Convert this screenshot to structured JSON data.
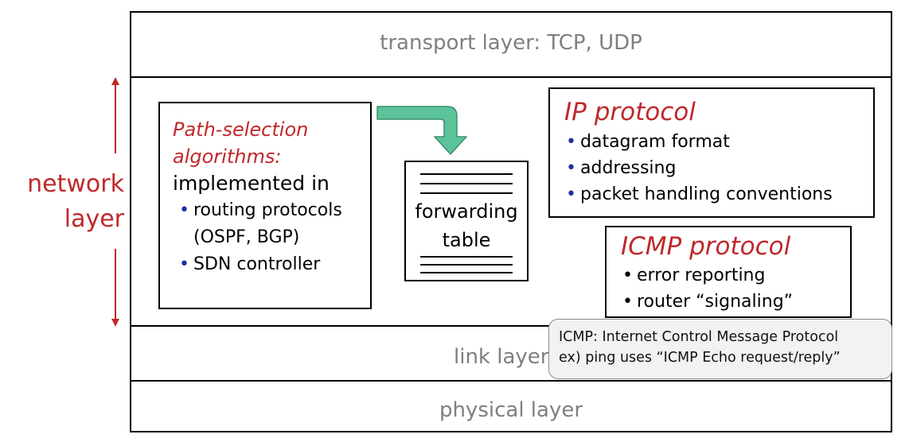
{
  "side_label": {
    "line1": "network",
    "line2": "layer"
  },
  "layers": {
    "transport": "transport layer: TCP, UDP",
    "link": "link layer",
    "physical": "physical layer"
  },
  "path_selection": {
    "title_line1": "Path-selection",
    "title_line2": "algorithms:",
    "subtitle": "implemented in",
    "items": [
      {
        "line1": "routing protocols",
        "line2": "(OSPF, BGP)"
      },
      {
        "line1": "SDN controller"
      }
    ]
  },
  "forwarding_table": {
    "line1": "forwarding",
    "line2": "table"
  },
  "ip_protocol": {
    "title": "IP protocol",
    "items": [
      "datagram format",
      "addressing",
      "packet handling conventions"
    ]
  },
  "icmp_protocol": {
    "title": "ICMP protocol",
    "items": [
      "error reporting",
      "router “signaling”"
    ]
  },
  "tooltip": {
    "line1": "ICMP: Internet Control Message Protocol",
    "line2": "ex) ping uses “ICMP Echo request/reply”"
  },
  "colors": {
    "accent_red": "#c0282b",
    "bullet_blue": "#1f2fa6",
    "arrow_green": "#5cc39a",
    "layer_gray": "#7f7f7f"
  },
  "icons": {
    "arrow": "curved-down-arrow",
    "vertical": "double-headed-arrow"
  }
}
